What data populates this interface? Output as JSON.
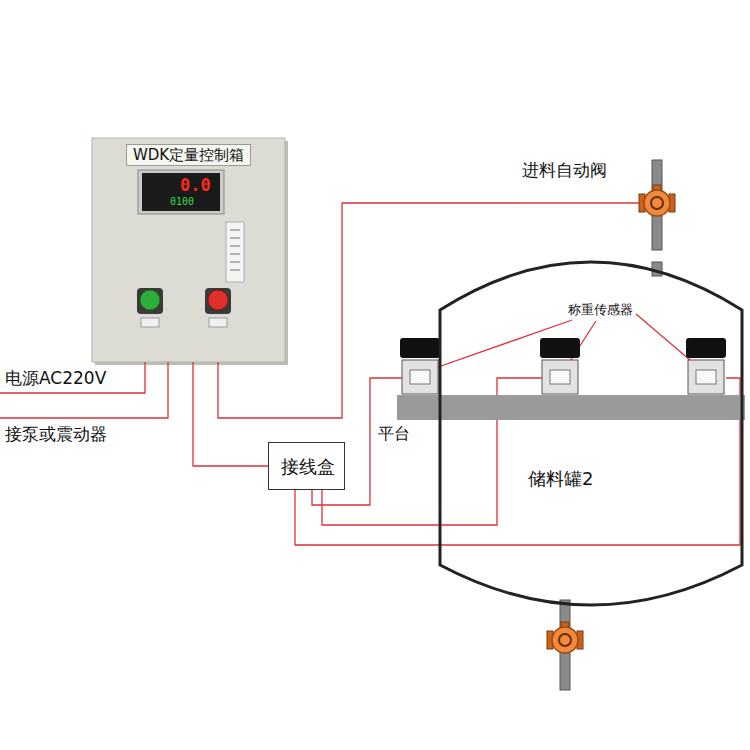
{
  "diagram": {
    "nodes": [
      {
        "text": [
          "WDK定量控制箱"
        ]
      },
      {
        "text": [
          "进料自动阀"
        ]
      },
      {
        "text": [
          "接线盒"
        ]
      },
      {
        "text": [
          "储料罐2"
        ]
      }
    ],
    "edges": [
      {
        "from": 0,
        "to": 1,
        "arrow": "none"
      },
      {
        "from": 0,
        "to": 2,
        "arrow": "none"
      }
    ],
    "labels": [
      "0.0",
      "0100",
      "称重传感器",
      "电源AC220V",
      "接泵或震动器",
      "平台"
    ]
  }
}
